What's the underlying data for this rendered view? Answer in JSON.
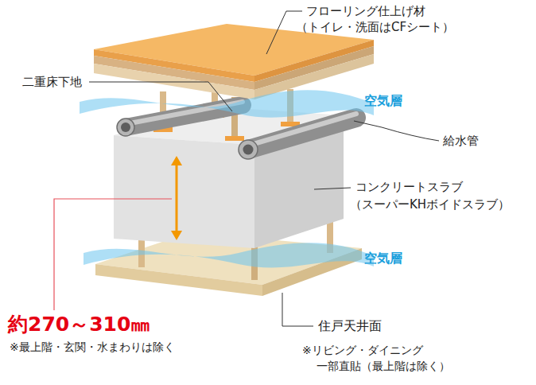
{
  "diagram": {
    "labels": [
      "フローリング仕上げ材",
      "（トイレ・洗面はCFシート）",
      "二重床下地",
      "空気層",
      "給水管",
      "コンクリートスラブ",
      "（スーパーKHボイドスラブ）",
      "空気層",
      "約270～310㎜",
      "※最上階・玄関・水まわりは除く",
      "住戸天井面",
      "※リビング・ダイニング",
      "一部直貼（最上階は除く）"
    ]
  }
}
